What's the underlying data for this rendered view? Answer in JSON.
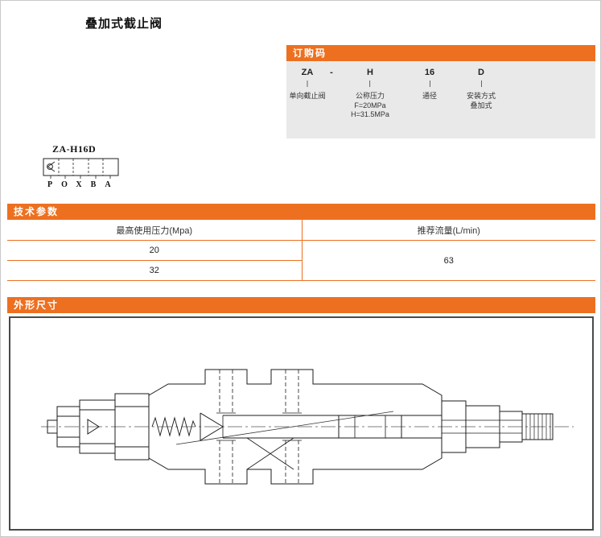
{
  "page": {
    "title": "叠加式截止阀"
  },
  "ordering": {
    "header": "订购码",
    "columns": [
      {
        "code": "ZA",
        "labels": [
          "单向截止阀"
        ]
      },
      {
        "code": "-",
        "labels": []
      },
      {
        "code": "H",
        "labels": [
          "公称压力",
          "F=20MPa",
          "H=31.5MPa"
        ]
      },
      {
        "code": "16",
        "labels": [
          "通径"
        ]
      },
      {
        "code": "D",
        "labels": [
          "安装方式",
          "叠加式"
        ]
      }
    ]
  },
  "symbol": {
    "model": "ZA-H16D",
    "ports": [
      "P",
      "O",
      "X",
      "B",
      "A"
    ]
  },
  "tech_params": {
    "header": "技术参数",
    "columns": [
      "最高使用压力(Mpa)",
      "推荐流量(L/min)"
    ],
    "pressure_values": [
      "20",
      "32"
    ],
    "flow_value": "63"
  },
  "dimensions": {
    "header": "外形尺寸"
  },
  "colors": {
    "accent": "#ED7020",
    "panel-bg": "#E9E9E9",
    "page-border": "#C9C9C9",
    "box-border": "#4A4A4A"
  }
}
